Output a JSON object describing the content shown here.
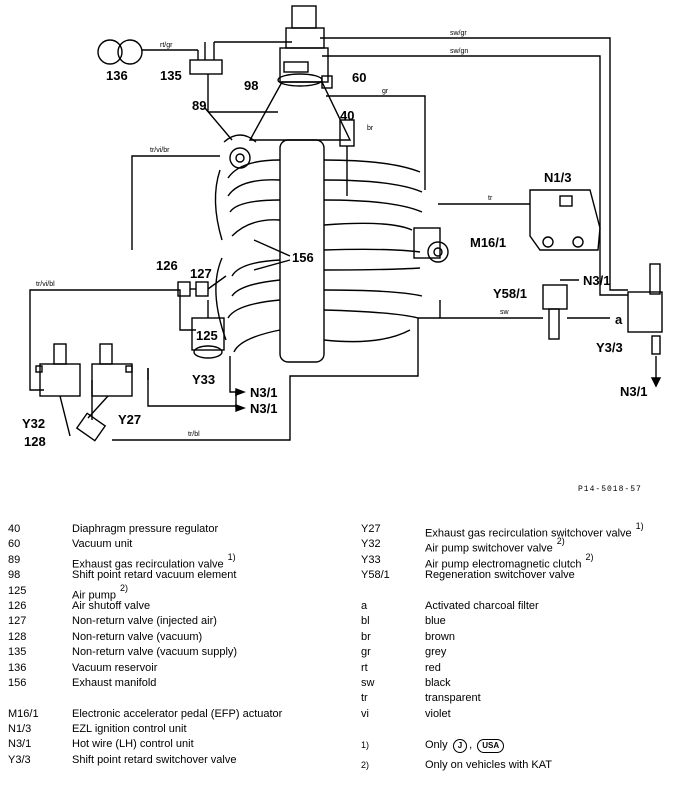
{
  "figure_number": "P14-5018-57",
  "diagram_labels": {
    "l136": "136",
    "l135": "135",
    "l98": "98",
    "l60": "60",
    "l89": "89",
    "l40": "40",
    "n13": "N1/3",
    "m161": "M16/1",
    "l156": "156",
    "l126": "126",
    "l127": "127",
    "l125": "125",
    "y33": "Y33",
    "n31a": "N3/1",
    "n31b": "N3/1",
    "n31c": "N3/1",
    "n31d": "N3/1",
    "y581": "Y58/1",
    "a": "a",
    "y33b": "Y3/3",
    "y32": "Y32",
    "y27": "Y27",
    "l128": "128"
  },
  "wire_labels": {
    "rt_gr": "rt/gr",
    "sw_gr": "sw/gr",
    "sw_gn": "sw/gn",
    "gr": "gr",
    "br": "br",
    "tr1": "tr",
    "tr_vi_br": "tr/vi/br",
    "tr_vi_bl": "tr/vi/bl",
    "sw": "sw",
    "tr_bl": "tr/bl"
  },
  "legend_left": [
    {
      "code": "40",
      "desc": "Diaphragm pressure regulator",
      "note": ""
    },
    {
      "code": "60",
      "desc": "Vacuum unit",
      "note": ""
    },
    {
      "code": "89",
      "desc": "Exhaust gas recirculation valve",
      "note": "1)"
    },
    {
      "code": "98",
      "desc": "Shift point retard vacuum element",
      "note": ""
    },
    {
      "code": "125",
      "desc": "Air pump",
      "note": "2)"
    },
    {
      "code": "126",
      "desc": "Air shutoff valve",
      "note": ""
    },
    {
      "code": "127",
      "desc": "Non-return valve (injected air)",
      "note": ""
    },
    {
      "code": "128",
      "desc": "Non-return valve (vacuum)",
      "note": ""
    },
    {
      "code": "135",
      "desc": "Non-return valve (vacuum supply)",
      "note": ""
    },
    {
      "code": "136",
      "desc": "Vacuum reservoir",
      "note": ""
    },
    {
      "code": "156",
      "desc": "Exhaust manifold",
      "note": ""
    },
    {
      "code": "",
      "desc": "",
      "note": ""
    },
    {
      "code": "M16/1",
      "desc": "Electronic accelerator pedal (EFP) actuator",
      "note": ""
    },
    {
      "code": "N1/3",
      "desc": "EZL ignition control unit",
      "note": ""
    },
    {
      "code": "N3/1",
      "desc": "Hot wire (LH) control unit",
      "note": ""
    },
    {
      "code": "Y3/3",
      "desc": "Shift point retard switchover valve",
      "note": ""
    }
  ],
  "legend_right": [
    {
      "code": "Y27",
      "desc": "Exhaust gas recirculation switchover valve",
      "note": "1)"
    },
    {
      "code": "Y32",
      "desc": "Air pump switchover valve",
      "note": "2)"
    },
    {
      "code": "Y33",
      "desc": "Air pump electromagnetic clutch",
      "note": "2)"
    },
    {
      "code": "Y58/1",
      "desc": "Regeneration switchover valve",
      "note": ""
    },
    {
      "code": "",
      "desc": "",
      "note": ""
    },
    {
      "code": "a",
      "desc": "Activated charcoal filter",
      "note": ""
    },
    {
      "code": "bl",
      "desc": "blue",
      "note": ""
    },
    {
      "code": "br",
      "desc": "brown",
      "note": ""
    },
    {
      "code": "gr",
      "desc": "grey",
      "note": ""
    },
    {
      "code": "rt",
      "desc": "red",
      "note": ""
    },
    {
      "code": "sw",
      "desc": "black",
      "note": ""
    },
    {
      "code": "tr",
      "desc": "transparent",
      "note": ""
    },
    {
      "code": "vi",
      "desc": "violet",
      "note": ""
    }
  ],
  "footnotes": [
    {
      "mark": "1)",
      "prefix": "Only",
      "badges": [
        "J",
        "USA"
      ],
      "sep": ","
    },
    {
      "mark": "2)",
      "text": "Only on vehicles with KAT"
    }
  ]
}
